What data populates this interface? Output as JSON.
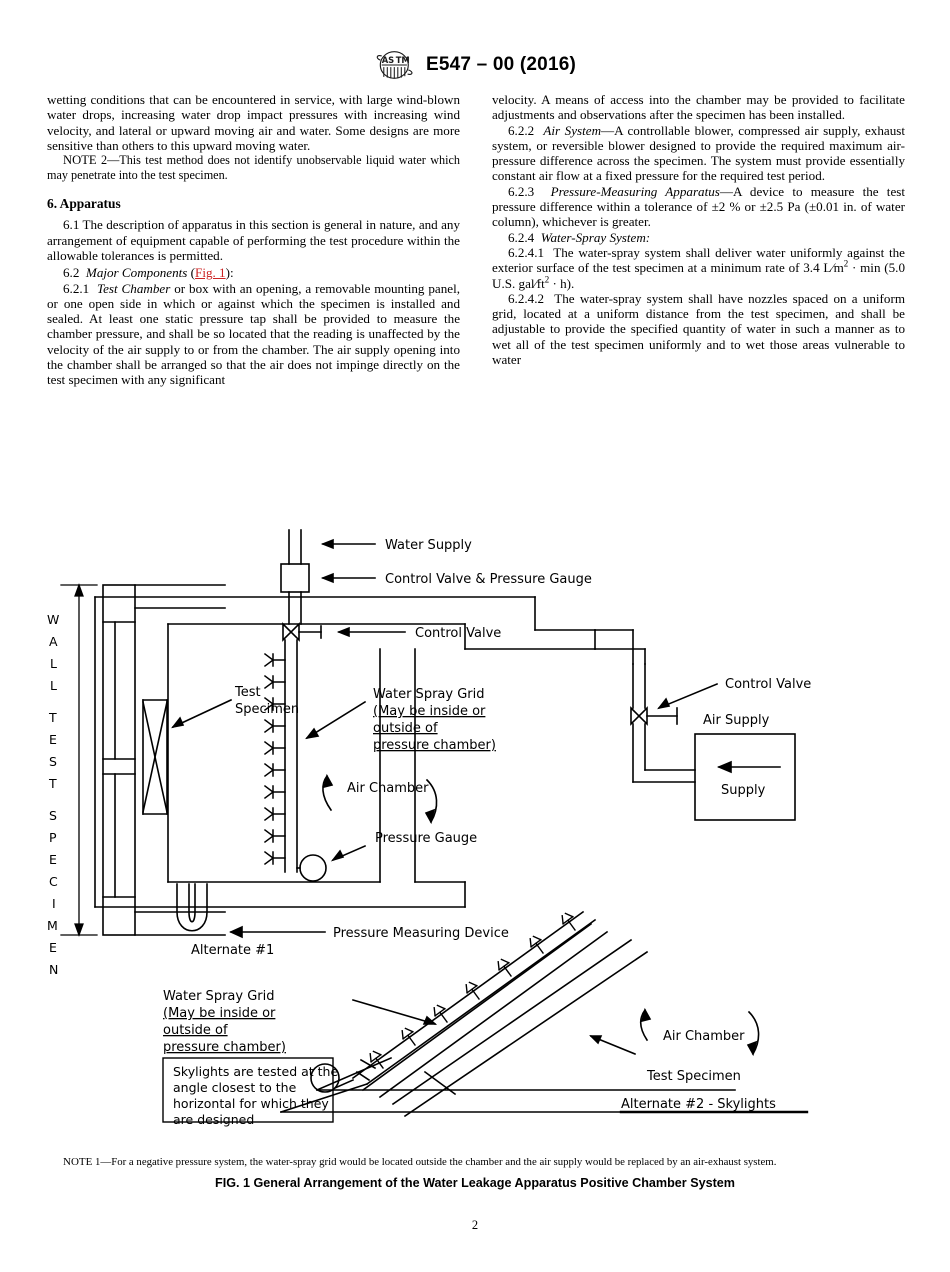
{
  "header": {
    "logo_icon": "astm-logo-icon",
    "designation": "E547 – 00 (2016)"
  },
  "left_column": {
    "par1": "wetting conditions that can be encountered in service, with large wind-blown water drops, increasing water drop impact pressures with increasing wind velocity, and lateral or upward moving air and water. Some designs are more sensitive than others to this upward moving water.",
    "note2_label": "NOTE",
    "note2_text": "2—This test method does not identify unobservable liquid water which may penetrate into the test specimen.",
    "section6_heading": "6. Apparatus",
    "par_6_1": "6.1  The description of apparatus in this section is general in nature, and any arrangement of equipment capable of performing the test procedure within the allowable tolerances is permitted.",
    "par_6_2_num": "6.2",
    "par_6_2_title": "Major Components",
    "par_6_2_link": "Fig. 1",
    "par_6_2_tail": "):",
    "par_6_2_1_num": "6.2.1",
    "par_6_2_1_title": "Test Chamber",
    "par_6_2_1_text": "or box with an opening, a removable mounting panel, or one open side in which or against which the specimen is installed and sealed. At least one static pressure tap shall be provided to measure the chamber pressure, and shall be so located that the reading is unaffected by the velocity of the air supply to or from the chamber. The air supply opening into the chamber shall be arranged so that the air does not impinge directly on the test specimen with any significant"
  },
  "right_column": {
    "par1": "velocity. A means of access into the chamber may be provided to facilitate adjustments and observations after the specimen has been installed.",
    "par_6_2_2_num": "6.2.2",
    "par_6_2_2_title": "Air System",
    "par_6_2_2_text": "—A controllable blower, compressed air supply, exhaust system, or reversible blower designed to provide the required maximum air-pressure difference across the specimen. The system must provide essentially constant air flow at a fixed pressure for the required test period.",
    "par_6_2_3_num": "6.2.3",
    "par_6_2_3_title": "Pressure-Measuring Apparatus",
    "par_6_2_3_text_a": "—A device to measure the test pressure difference within a tolerance of ±2 % or ±2.5 Pa (±0.01 in. of water column), whichever is greater.",
    "par_6_2_4_num": "6.2.4",
    "par_6_2_4_title": "Water-Spray System:",
    "par_6_2_4_1_num": "6.2.4.1",
    "par_6_2_4_1_text_a": "The water-spray system shall deliver water uniformly against the exterior surface of the test specimen at a minimum rate of 3.4 L∕m",
    "par_6_2_4_1_sup1": "2",
    "par_6_2_4_1_text_b": " · min (5.0 U.S. gal∕ft",
    "par_6_2_4_1_sup2": "2",
    "par_6_2_4_1_text_c": " · h).",
    "par_6_2_4_2_num": "6.2.4.2",
    "par_6_2_4_2_text": "The water-spray system shall have nozzles spaced on a uniform grid, located at a uniform distance from the test specimen, and shall be adjustable to provide the specified quantity of water in such a manner as to wet all of the test specimen uniformly and to wet those areas vulnerable to water"
  },
  "figure": {
    "labels": {
      "water_supply": "Water Supply",
      "control_valve_pressure_gauge": "Control Valve & Pressure Gauge",
      "control_valve_top": "Control Valve",
      "control_valve_right": "Control Valve",
      "water_spray_grid_title": "Water Spray Grid",
      "water_spray_grid_line1": "(May be inside or",
      "water_spray_grid_line2": "outside of",
      "water_spray_grid_line3": "pressure chamber)",
      "air_chamber_upper": "Air Chamber",
      "air_chamber_lower": "Air Chamber",
      "air_supply": "Air Supply",
      "supply": "Supply",
      "pressure_gauge": "Pressure Gauge",
      "pressure_measuring_device": "Pressure Measuring Device",
      "test_specimen_left": "Test",
      "test_specimen_left2": "Specimen",
      "test_specimen_lower": "Test Specimen",
      "alternate_1": "Alternate #1",
      "alternate_2": "Alternate #2 - Skylights",
      "wall_test_specimen_letters": "W A L L  T E S T  S P E C I M E N",
      "skylight_note_line1": "Skylights are tested at the",
      "skylight_note_line2": "angle closest to the",
      "skylight_note_line3": "horizontal for which they",
      "skylight_note_line4": "are designed",
      "water_spray_grid_title_2": "Water Spray Grid",
      "water_spray_grid_2_line1": "(May be inside or",
      "water_spray_grid_2_line2": "outside of",
      "water_spray_grid_2_line3": "pressure chamber)"
    },
    "vertical_letters": [
      "W",
      "A",
      "L",
      "L",
      "T",
      "E",
      "S",
      "T",
      "S",
      "P",
      "E",
      "C",
      "I",
      "M",
      "E",
      "N"
    ],
    "note1_label": "NOTE",
    "note1_text": "1—For a negative pressure system, the water-spray grid would be located outside the chamber and the air supply would be replaced by an air-exhaust system.",
    "caption": "FIG. 1 General Arrangement of the Water Leakage Apparatus Positive Chamber System"
  },
  "footer": {
    "page_number": "2"
  },
  "colors": {
    "link": "#cc2222",
    "line": "#000000",
    "text": "#000000"
  }
}
